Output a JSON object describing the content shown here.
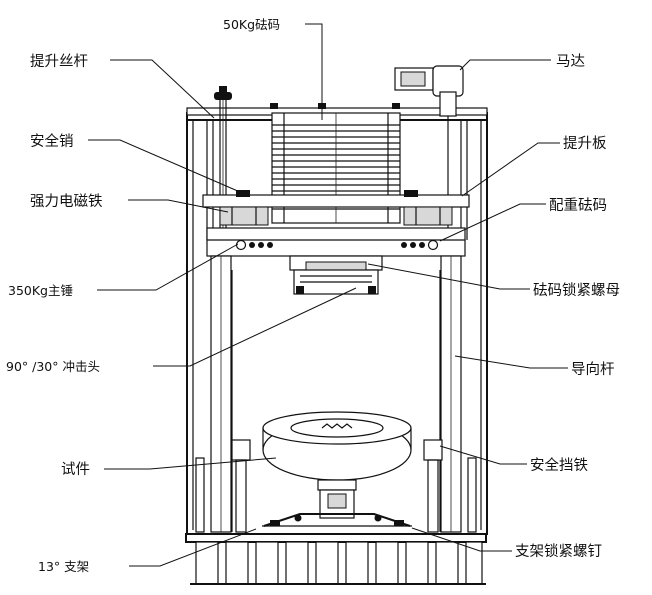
{
  "labels": {
    "weight_50kg": "50Kg砝码",
    "lift_screw": "提升丝杆",
    "motor": "马达",
    "safety_pin": "安全销",
    "lift_plate": "提升板",
    "electromagnet": "强力电磁铁",
    "counter_weight": "配重砝码",
    "main_hammer": "350Kg主锤",
    "weight_lock_nut": "砝码锁紧螺母",
    "impact_head": "90° /30° 冲击头",
    "guide_rod": "导向杆",
    "specimen": "试件",
    "safety_stop": "安全挡铁",
    "bracket_13": "13° 支架",
    "bracket_lock_screw": "支架锁紧螺钉"
  }
}
